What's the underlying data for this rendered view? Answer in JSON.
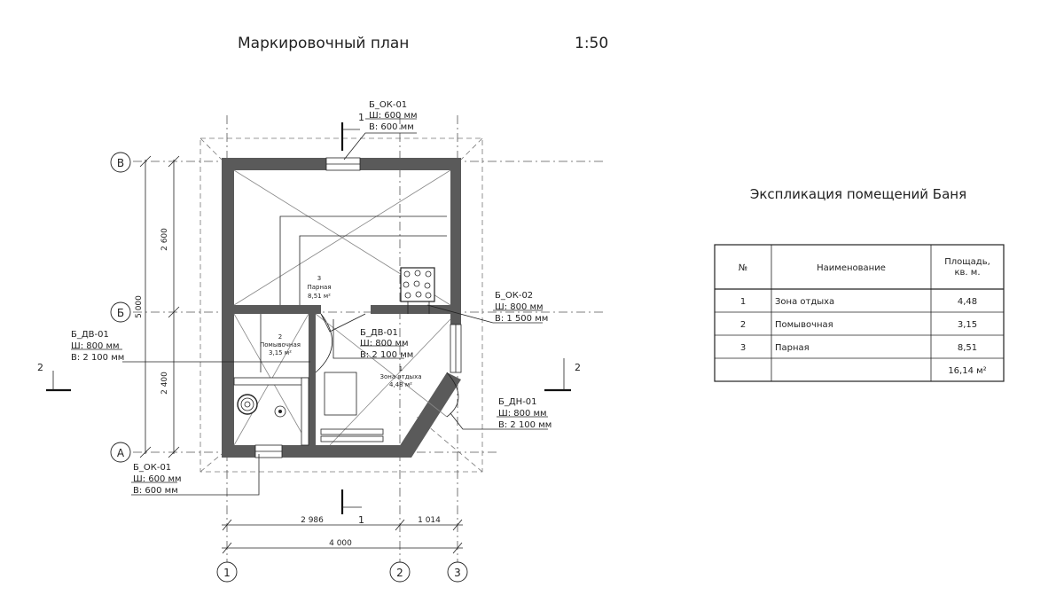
{
  "plan_title": "Маркировочный план",
  "scale": "1:50",
  "axes": {
    "B": "В",
    "Bb": "Б",
    "A": "А",
    "n1": "1",
    "n2": "2",
    "n3": "3"
  },
  "dimensions": {
    "d2600": "2 600",
    "d2400": "2 400",
    "d5000": "5 000",
    "d2986": "2 986",
    "d1014": "1 014",
    "d4000": "4 000"
  },
  "section_marks": {
    "s1": "1",
    "s2": "2"
  },
  "rooms": [
    {
      "num": "3",
      "name": "Парная",
      "area": "8,51 м²"
    },
    {
      "num": "2",
      "name": "Помывочная",
      "area": "3,15 м²"
    },
    {
      "num": "1",
      "name": "Зона отдыха",
      "area": "4,48 м²"
    }
  ],
  "callouts": {
    "ok01_top": {
      "code": "Б_ОК-01",
      "w": "Ш: 600 мм",
      "h": "В: 600 мм"
    },
    "ok02": {
      "code": "Б_ОК-02",
      "w": "Ш: 800 мм",
      "h": "В: 1 500 мм"
    },
    "dv01_left": {
      "code": "Б_ДВ-01",
      "w": "Ш: 800 мм",
      "h": "В: 2 100 мм"
    },
    "dv01_mid": {
      "code": "Б_ДВ-01",
      "w": "Ш: 800 мм",
      "h": "В: 2 100 мм"
    },
    "dn01": {
      "code": "Б_ДН-01",
      "w": "Ш: 800 мм",
      "h": "В: 2 100 мм"
    },
    "ok01_bottom": {
      "code": "Б_ОК-01",
      "w": "Ш: 600 мм",
      "h": "В: 600 мм"
    }
  },
  "explication": {
    "title": "Экспликация помещений Баня",
    "headers": [
      "№",
      "Наименование",
      "Площадь, кв. м."
    ],
    "header_area_l1": "Площадь,",
    "header_area_l2": "кв. м.",
    "rows": [
      {
        "n": "1",
        "name": "Зона отдыха",
        "area": "4,48"
      },
      {
        "n": "2",
        "name": "Помывочная",
        "area": "3,15"
      },
      {
        "n": "3",
        "name": "Парная",
        "area": "8,51"
      }
    ],
    "total": "16,14 м²"
  }
}
